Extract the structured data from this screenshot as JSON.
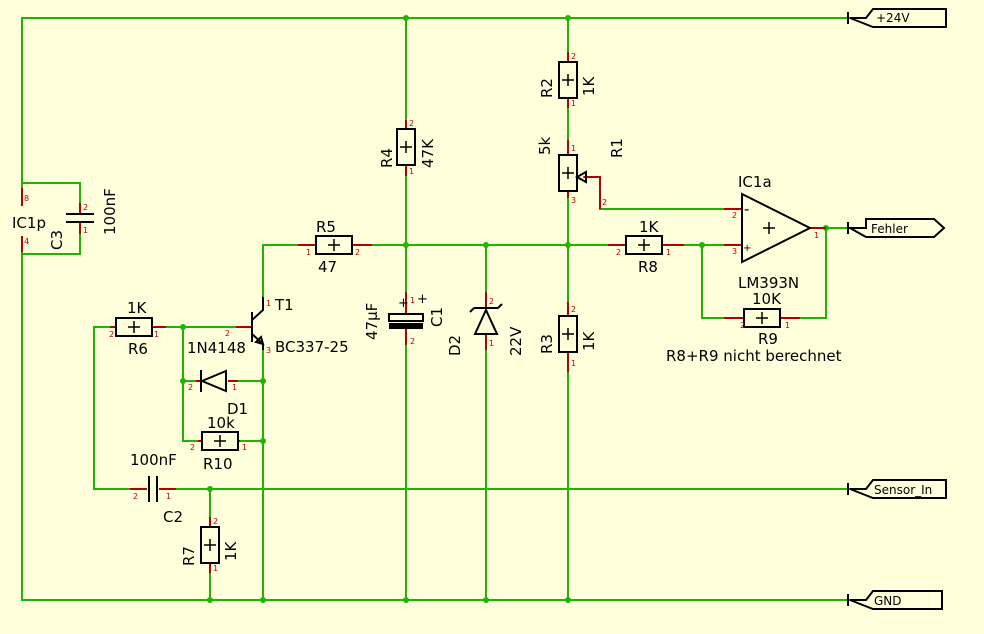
{
  "ports": {
    "p24v": "+24V",
    "fehler": "Fehler",
    "sensor_in": "Sensor_In",
    "gnd": "GND"
  },
  "ic1p": {
    "name": "IC1p",
    "pin_top": "8",
    "pin_bottom": "4"
  },
  "c3": {
    "name": "C3",
    "value": "100nF",
    "pin_top": "2",
    "pin_bottom": "1"
  },
  "r4": {
    "name": "R4",
    "value": "47K",
    "pin_top": "2",
    "pin_bottom": "1"
  },
  "r2": {
    "name": "R2",
    "value": "1K",
    "pin_top": "2",
    "pin_bottom": "1"
  },
  "r1": {
    "name": "R1",
    "value": "5k",
    "pin_top": "1",
    "pin_bottom": "3",
    "pin_wiper": "2"
  },
  "r5": {
    "name": "R5",
    "value": "47",
    "pin_left": "1",
    "pin_right": "2"
  },
  "r8": {
    "name": "R8",
    "value": "1K",
    "pin_left": "2",
    "pin_right": "1"
  },
  "ic1a": {
    "name": "IC1a",
    "part": "LM393N",
    "pin_minus": "2",
    "pin_plus": "3",
    "pin_out": "1",
    "minus": "-",
    "plus": "+"
  },
  "r9": {
    "name": "R9",
    "value": "10K",
    "pin_left": "2",
    "pin_right": "1",
    "note": "R8+R9 nicht berechnet"
  },
  "r6": {
    "name": "R6",
    "value": "1K",
    "pin_left": "2",
    "pin_right": "1"
  },
  "t1": {
    "name": "T1",
    "part": "BC337-25",
    "pin_c": "1",
    "pin_b": "2",
    "pin_e": "3"
  },
  "d1": {
    "name": "D1",
    "part": "1N4148",
    "pin_left": "2",
    "pin_right": "1"
  },
  "r10": {
    "name": "R10",
    "value": "10k",
    "pin_left": "2",
    "pin_right": "1"
  },
  "c1": {
    "name": "C1",
    "value": "47µF",
    "pin_top": "1",
    "pin_bottom": "2",
    "plus": "+"
  },
  "d2": {
    "name": "D2",
    "value": "22V",
    "pin_top": "2",
    "pin_bottom": "1"
  },
  "r3": {
    "name": "R3",
    "value": "1K",
    "pin_top": "2",
    "pin_bottom": "1"
  },
  "c2": {
    "name": "C2",
    "value": "100nF",
    "pin_left": "2",
    "pin_right": "1"
  },
  "r7": {
    "name": "R7",
    "value": "1K",
    "pin_top": "2",
    "pin_bottom": "1"
  },
  "colors": {
    "background": "#FFFFDC",
    "wire": "#1EB400",
    "component": "#000000",
    "pin": "#B40000"
  }
}
